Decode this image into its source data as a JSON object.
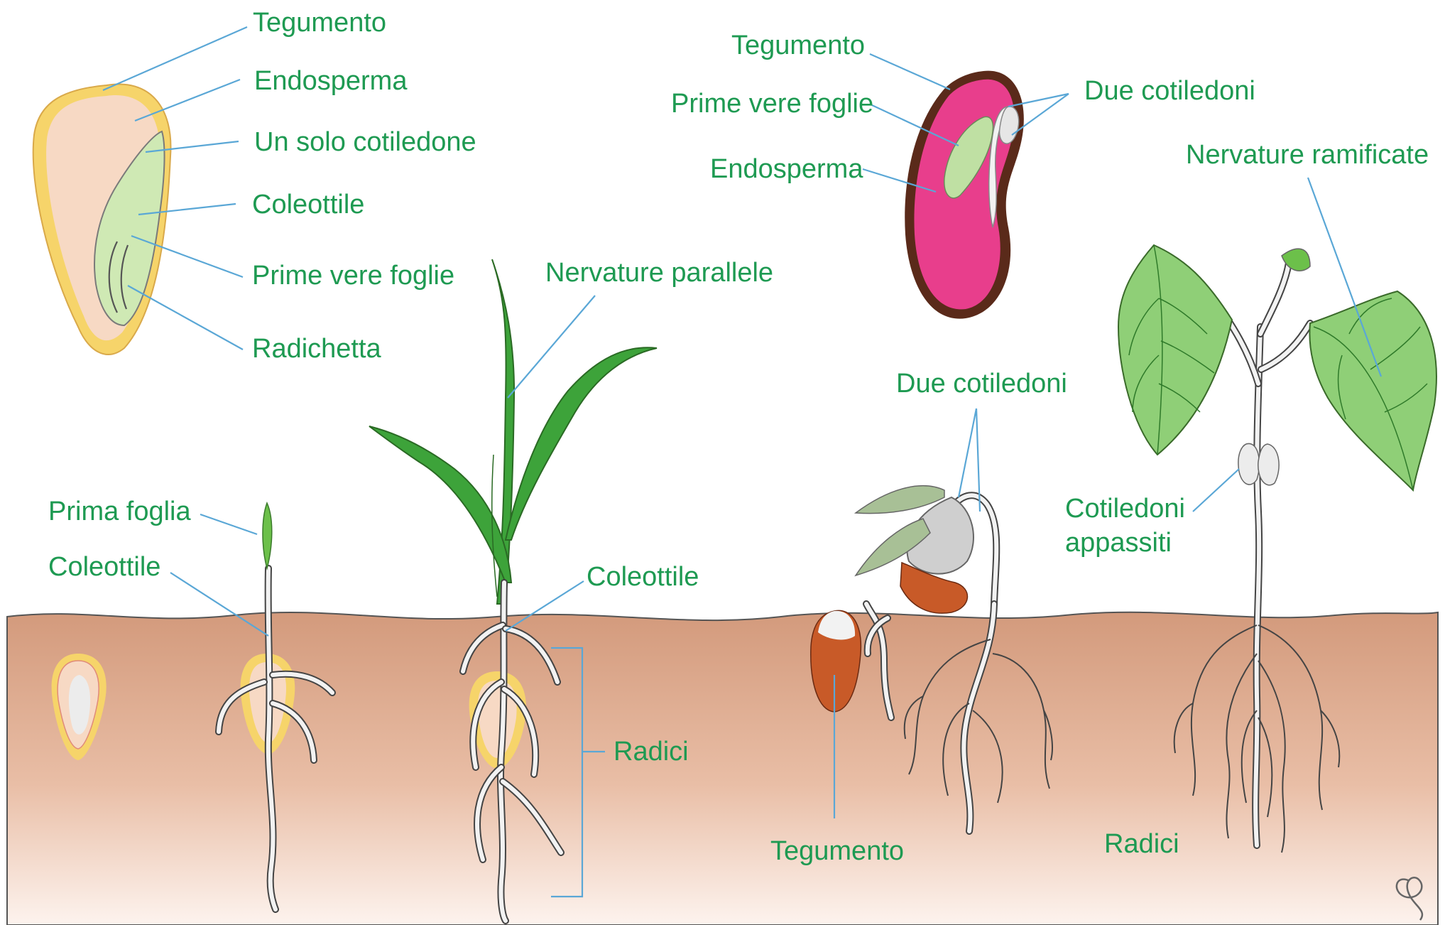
{
  "colors": {
    "label": "#1e9a52",
    "leader": "#5aa7d6",
    "soil_top": "#d9a081",
    "soil_bottom": "#fbeee6",
    "monocot_tegument": "#f6d46a",
    "monocot_endosperm": "#f7d9c4",
    "cotyledon_green": "#cfe9b4",
    "dicot_tegument": "#5a2a1a",
    "dicot_endosperm": "#e83e8c",
    "leaf_green": "#3da33a",
    "dicot_leaf": "#8fcf77",
    "brown_seed": "#c85a28"
  },
  "labels": {
    "mono_tegumento": "Tegumento",
    "mono_endosperma": "Endosperma",
    "mono_cotiledone": "Un solo cotiledone",
    "mono_coleottile": "Coleottile",
    "mono_prime_foglie": "Prime vere foglie",
    "mono_radichetta": "Radichetta",
    "nervature_parallele": "Nervature parallele",
    "prima_foglia": "Prima foglia",
    "coleottile_seedling": "Coleottile",
    "coleottile_plant": "Coleottile",
    "radici_mono": "Radici",
    "dicot_tegumento": "Tegumento",
    "dicot_prime_foglie": "Prime vere foglie",
    "dicot_endosperma": "Endosperma",
    "dicot_due_cotiledoni": "Due cotiledoni",
    "nervature_ramificate": "Nervature ramificate",
    "due_cotiledoni_seedling": "Due cotiledoni",
    "cotiledoni_appassiti_1": "Cotiledoni",
    "cotiledoni_appassiti_2": "appassiti",
    "tegumento_seedling": "Tegumento",
    "radici_dicot": "Radici"
  },
  "icons": {
    "signature": "signature-icon"
  }
}
